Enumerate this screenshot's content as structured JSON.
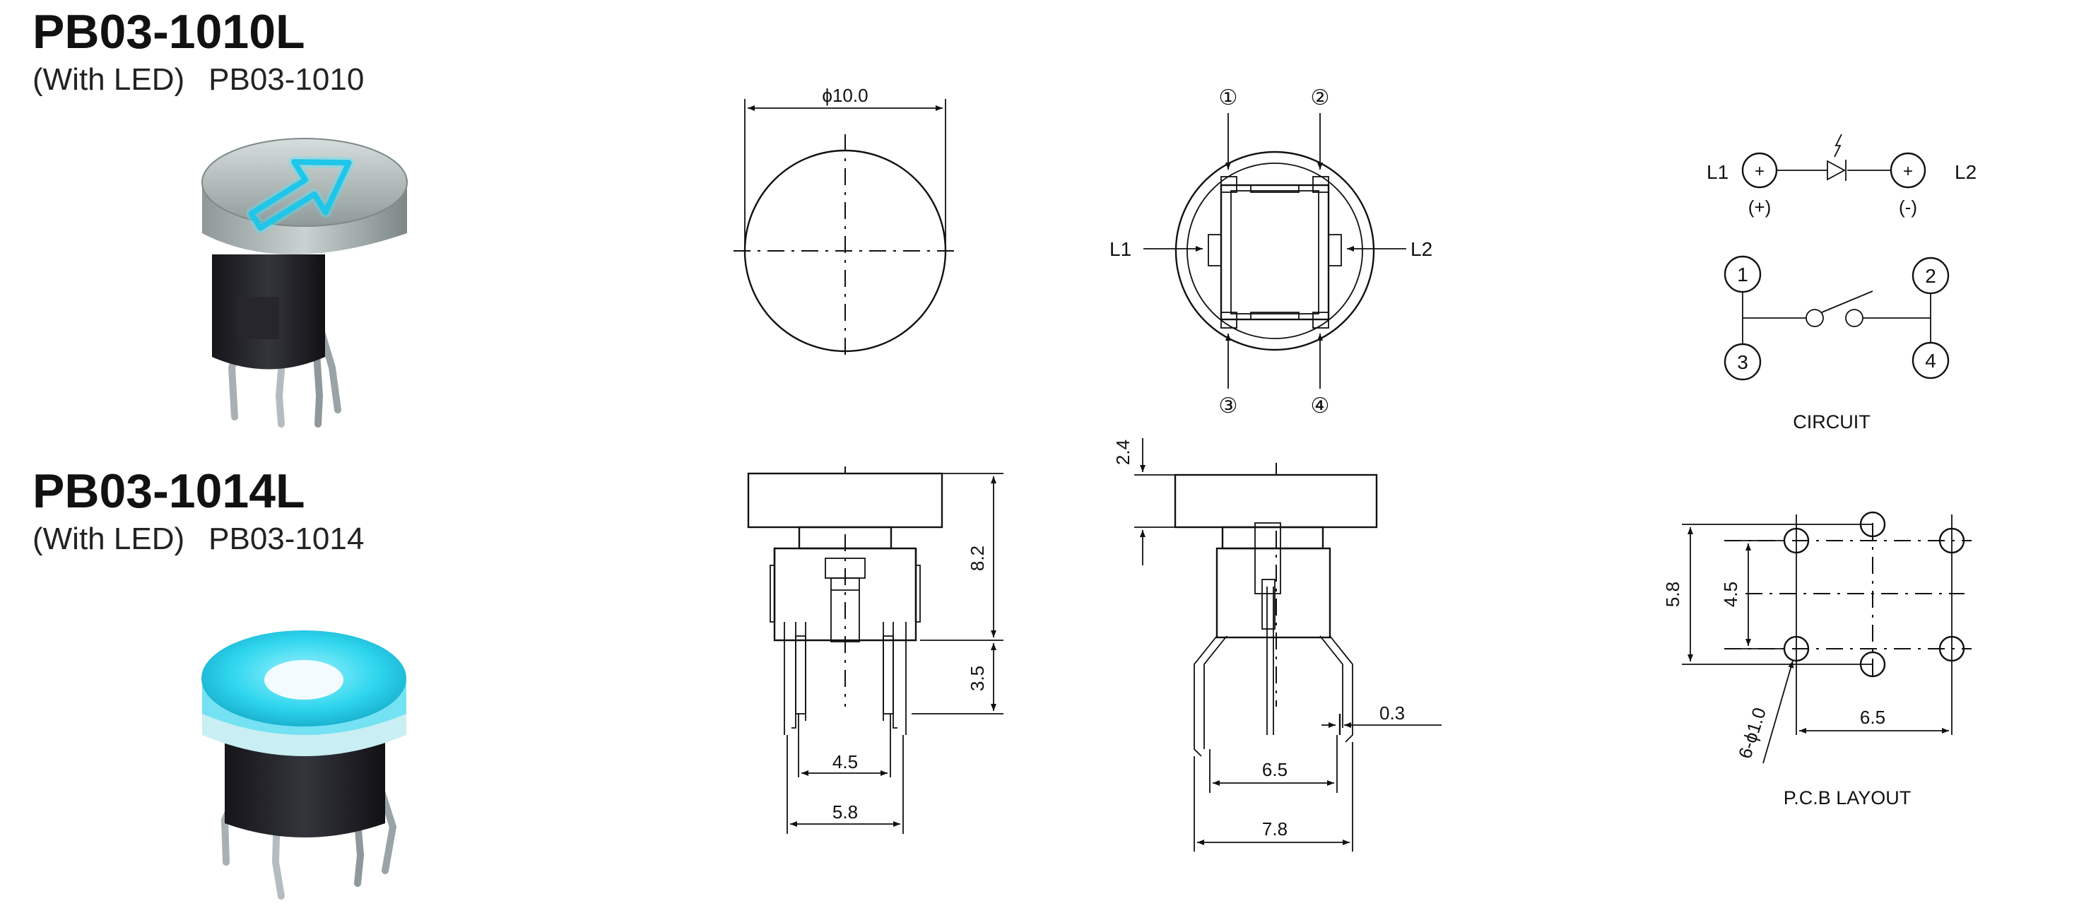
{
  "products": [
    {
      "model": "PB03-1010L",
      "led_note": "(With LED)",
      "alt_model": "PB03-1010"
    },
    {
      "model": "PB03-1014L",
      "led_note": "(With LED)",
      "alt_model": "PB03-1014"
    }
  ],
  "dimensions": {
    "cap_diameter": "ϕ10.0",
    "cap_height": "2.4",
    "body_height": "8.2",
    "pin_length": "3.5",
    "pin_spacing_front": "4.5",
    "body_width_front": "5.8",
    "pin_spacing_side": "6.5",
    "body_width_side": "7.8",
    "pin_thickness": "0.3"
  },
  "top_view": {
    "pin_labels": [
      "①",
      "②",
      "③",
      "④"
    ],
    "led_left": "L1",
    "led_right": "L2"
  },
  "circuit": {
    "led_left": "L1",
    "led_right": "L2",
    "polarity_left": "(+)",
    "polarity_right": "(-)",
    "pin_plus_symbol": "+",
    "pins": [
      "1",
      "2",
      "3",
      "4"
    ],
    "caption": "CIRCUIT"
  },
  "pcb_layout": {
    "dim_outer": "5.8",
    "dim_inner": "4.5",
    "dim_pitch": "6.5",
    "hole_spec": "6-ϕ1.0",
    "caption": "P.C.B LAYOUT"
  },
  "colors": {
    "led_cyan": "#22d3ee",
    "cap_silver": "#b9c4c3",
    "body_dark": "#1f1f24",
    "pin_metal": "#a8b0b4",
    "line": "#111111"
  }
}
